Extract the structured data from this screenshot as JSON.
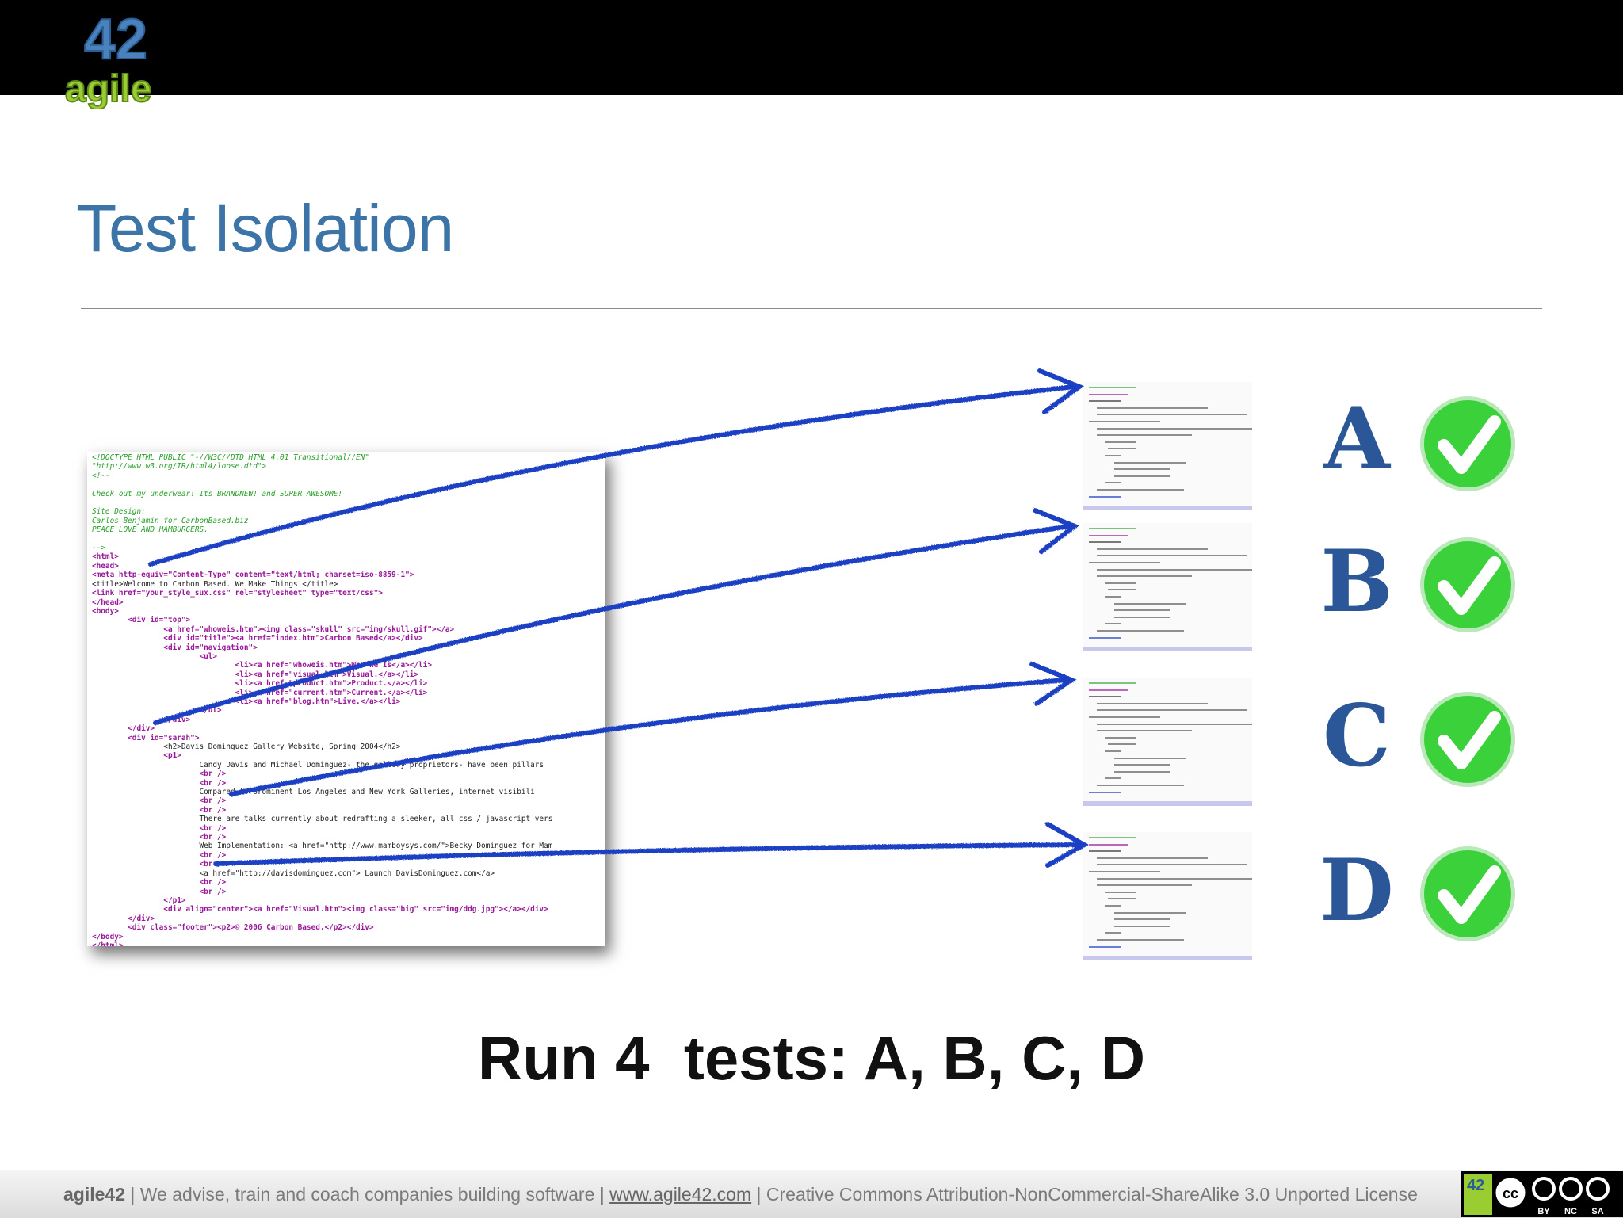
{
  "header": {
    "logo": {
      "number": "42",
      "word": "agile",
      "icon": "agile42-logo"
    }
  },
  "slide": {
    "title": "Test Isolation",
    "caption": "Run 4  tests: A, B, C, D",
    "colors": {
      "title": "#3d74a8",
      "arrow": "#1a3fc4",
      "letters": "#2b5798",
      "check": "#3bd13b"
    }
  },
  "source_code": [
    {
      "t": "<!DOCTYPE HTML PUBLIC \"-//W3C//DTD HTML 4.01 Transitional//EN\"",
      "k": "c-comment"
    },
    {
      "t": "\"http://www.w3.org/TR/html4/loose.dtd\">",
      "k": "c-comment"
    },
    {
      "t": "<!--",
      "k": "c-comment"
    },
    {
      "t": "",
      "k": "c-plain"
    },
    {
      "t": "Check out my underwear! Its BRANDNEW! and SUPER AWESOME!",
      "k": "c-comment"
    },
    {
      "t": "",
      "k": "c-plain"
    },
    {
      "t": "Site Design:",
      "k": "c-comment"
    },
    {
      "t": "Carlos Benjamin for CarbonBased.biz",
      "k": "c-comment"
    },
    {
      "t": "PEACE LOVE AND HAMBURGERS.",
      "k": "c-comment"
    },
    {
      "t": "",
      "k": "c-plain"
    },
    {
      "t": "-->",
      "k": "c-comment"
    },
    {
      "t": "<html>",
      "k": "c-tag"
    },
    {
      "t": "<head>",
      "k": "c-tag"
    },
    {
      "t": "<meta http-equiv=\"Content-Type\" content=\"text/html; charset=iso-8859-1\">",
      "k": "c-tag"
    },
    {
      "t": "<title>Welcome to Carbon Based. We Make Things.</title>",
      "k": "c-plain"
    },
    {
      "t": "<link href=\"your_style_sux.css\" rel=\"stylesheet\" type=\"text/css\">",
      "k": "c-tag"
    },
    {
      "t": "</head>",
      "k": "c-tag"
    },
    {
      "t": "<body>",
      "k": "c-tag"
    },
    {
      "t": "        <div id=\"top\">",
      "k": "c-tag"
    },
    {
      "t": "                <a href=\"whoweis.htm\"><img class=\"skull\" src=\"img/skull.gif\"></a>",
      "k": "c-tag"
    },
    {
      "t": "                <div id=\"title\"><a href=\"index.htm\">Carbon Based</a></div>",
      "k": "c-tag"
    },
    {
      "t": "                <div id=\"navigation\">",
      "k": "c-tag"
    },
    {
      "t": "                        <ul>",
      "k": "c-tag"
    },
    {
      "t": "                                <li><a href=\"whoweis.htm\">Who We Is</a></li>",
      "k": "c-tag"
    },
    {
      "t": "                                <li><a href=\"visual.htm\">Visual.</a></li>",
      "k": "c-tag"
    },
    {
      "t": "                                <li><a href=\"product.htm\">Product.</a></li>",
      "k": "c-tag"
    },
    {
      "t": "                                <li><a href=\"current.htm\">Current.</a></li>",
      "k": "c-tag"
    },
    {
      "t": "                                <li><a href=\"blog.htm\">Live.</a></li>",
      "k": "c-tag"
    },
    {
      "t": "                        </ul>",
      "k": "c-tag"
    },
    {
      "t": "                </div>",
      "k": "c-tag"
    },
    {
      "t": "        </div>",
      "k": "c-tag"
    },
    {
      "t": "        <div id=\"sarah\">",
      "k": "c-tag"
    },
    {
      "t": "                <h2>Davis Dominguez Gallery Website, Spring 2004</h2>",
      "k": "c-plain"
    },
    {
      "t": "                <p1>",
      "k": "c-tag"
    },
    {
      "t": "                        Candy Davis and Michael Dominguez- the gallery proprietors- have been pillars",
      "k": "c-plain"
    },
    {
      "t": "                        <br />",
      "k": "c-tag"
    },
    {
      "t": "                        <br />",
      "k": "c-tag"
    },
    {
      "t": "                        Compared to prominent Los Angeles and New York Galleries, internet visibili",
      "k": "c-plain"
    },
    {
      "t": "                        <br />",
      "k": "c-tag"
    },
    {
      "t": "                        <br />",
      "k": "c-tag"
    },
    {
      "t": "                        There are talks currently about redrafting a sleeker, all css / javascript vers",
      "k": "c-plain"
    },
    {
      "t": "                        <br />",
      "k": "c-tag"
    },
    {
      "t": "                        <br />",
      "k": "c-tag"
    },
    {
      "t": "                        Web Implementation: <a href=\"http://www.mamboysys.com/\">Becky Dominguez for Mam",
      "k": "c-plain"
    },
    {
      "t": "                        <br />",
      "k": "c-tag"
    },
    {
      "t": "                        <br />",
      "k": "c-tag"
    },
    {
      "t": "                        <a href=\"http://davisdominguez.com\"> Launch DavisDominguez.com</a>",
      "k": "c-plain"
    },
    {
      "t": "                        <br />",
      "k": "c-tag"
    },
    {
      "t": "                        <br />",
      "k": "c-tag"
    },
    {
      "t": "                </p1>",
      "k": "c-tag"
    },
    {
      "t": "                <div align=\"center\"><a href=\"Visual.htm\"><img class=\"big\" src=\"img/ddg.jpg\"></a></div>",
      "k": "c-tag"
    },
    {
      "t": "        </div>",
      "k": "c-tag"
    },
    {
      "t": "        <div class=\"footer\"><p2>© 2006 Carbon Based.</p2></div>",
      "k": "c-tag"
    },
    {
      "t": "</body>",
      "k": "c-tag"
    },
    {
      "t": "</html>",
      "k": "c-tag"
    }
  ],
  "tests": [
    {
      "letter": "A",
      "result": "passed",
      "icon": "green-check-icon"
    },
    {
      "letter": "B",
      "result": "passed",
      "icon": "green-check-icon"
    },
    {
      "letter": "C",
      "result": "passed",
      "icon": "green-check-icon"
    },
    {
      "letter": "D",
      "result": "passed",
      "icon": "green-check-icon"
    }
  ],
  "footer": {
    "brand": "agile42",
    "sep1": " | ",
    "tagline": "We advise, train and coach companies building software",
    "sep2": "   | ",
    "url": "www.agile42.com",
    "sep3": " | ",
    "license": "Creative Commons Attribution-NonCommercial-ShareAlike 3.0 Unported License",
    "badge": {
      "icon": "cc-by-nc-sa-badge",
      "labels": [
        "BY",
        "NC",
        "SA"
      ],
      "logo_number": "42"
    }
  }
}
